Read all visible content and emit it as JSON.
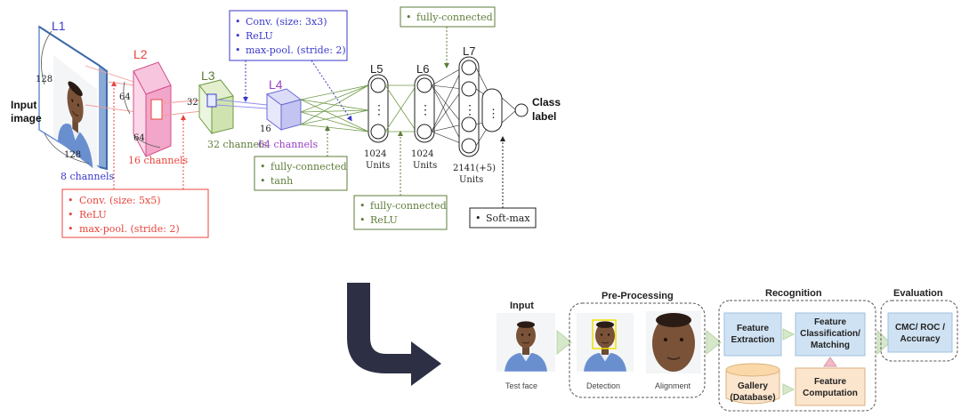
{
  "cnn": {
    "input_label_1": "Input",
    "input_label_2": "image",
    "layers": {
      "l1": "L1",
      "l2": "L2",
      "l3": "L3",
      "l4": "L4",
      "l5": "L5",
      "l6": "L6",
      "l7": "L7"
    },
    "dims": {
      "l1_height": "128",
      "l1_width": "128",
      "l2_height": "64",
      "l2_width": "64",
      "l3_height": "32",
      "l4_height": "16"
    },
    "channels": {
      "l1": "8 channels",
      "l2": "16 channels",
      "l3": "32 channels",
      "l4": "64 channels"
    },
    "units": {
      "l5_num": "1024",
      "l5_label": "Units",
      "l6_num": "1024",
      "l6_label": "Units",
      "l7_num": "2141(+5)",
      "l7_label": "Units"
    },
    "output_label_1": "Class",
    "output_label_2": "label",
    "boxes": {
      "conv5": [
        "Conv. (size: 5x5)",
        "ReLU",
        "max-pool. (stride: 2)"
      ],
      "conv3": [
        "Conv. (size: 3x3)",
        "ReLU",
        "max-pool. (stride: 2)"
      ],
      "fc_tanh": [
        "fully-connected",
        "tanh"
      ],
      "fc_relu": [
        "fully-connected",
        "ReLU"
      ],
      "fc_top": [
        "fully-connected"
      ],
      "softmax": [
        "Soft-max"
      ]
    },
    "bullet": "•",
    "ellipsis": "⋮"
  },
  "pipeline": {
    "stages": {
      "input": "Input",
      "preprocessing": "Pre-Processing",
      "recognition": "Recognition",
      "evaluation": "Evaluation"
    },
    "captions": {
      "test_face": "Test face",
      "detection": "Detection",
      "alignment": "Alignment"
    },
    "modules": {
      "feature_extraction": [
        "Feature",
        "Extraction"
      ],
      "feature_classification": [
        "Feature",
        "Classification/",
        "Matching"
      ],
      "gallery": [
        "Gallery",
        "(Database)"
      ],
      "feature_computation": [
        "Feature",
        "Computation"
      ],
      "cmc_roc": [
        "CMC/ ROC /",
        "Accuracy"
      ]
    }
  },
  "colors": {
    "red": "#e8453c",
    "blue": "#3a3acc",
    "green": "#5e7d3a",
    "purple": "#9a3fc4",
    "module_blue": "#cfe2f3",
    "module_orange": "#fce5cd",
    "arrow_green": "#d5e8c9",
    "big_arrow": "#2d3044"
  },
  "icons": {
    "face": "face-photo-icon",
    "big_arrow": "curved-down-right-arrow-icon"
  }
}
